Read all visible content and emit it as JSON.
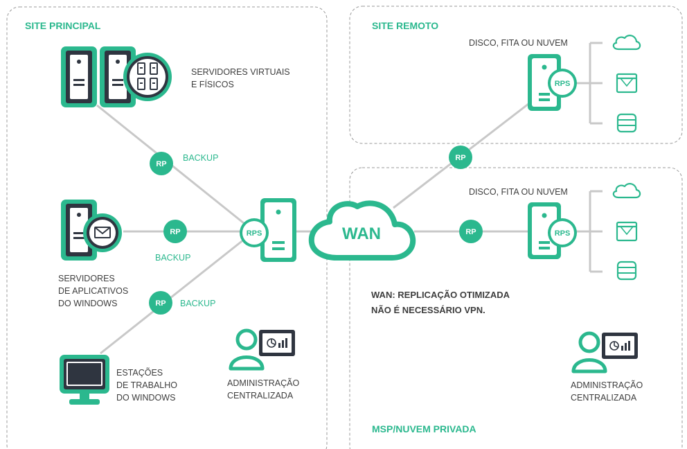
{
  "colors": {
    "accent": "#2bb88e",
    "dark": "#2f3540",
    "line": "#c8c8c8",
    "border": "#9a9a9a"
  },
  "regions": {
    "primary_title": "SITE PRINCIPAL",
    "remote_title": "SITE REMOTO",
    "msp_title": "MSP/NUVEM PRIVADA"
  },
  "primary": {
    "servers_label": [
      "SERVIDORES VIRTUAIS",
      "E FÍSICOS"
    ],
    "apps_label": [
      "SERVIDORES",
      "DE APLICATIVOS",
      "DO WINDOWS"
    ],
    "workstations_label": [
      "ESTAÇÕES",
      "DE TRABALHO",
      "DO WINDOWS"
    ],
    "admin_label": [
      "ADMINISTRAÇÃO",
      "CENTRALIZADA"
    ],
    "backup_label": "BACKUP",
    "rp_badge": "RP",
    "rps_label": "RPS"
  },
  "wan": {
    "label": "WAN"
  },
  "remote": {
    "storage_label": "DISCO, FITA OU NUVEM",
    "rp_badge": "RP",
    "rps_label": "RPS"
  },
  "msp": {
    "storage_label": "DISCO, FITA OU NUVEM",
    "rp_badge": "RP",
    "rps_label": "RPS",
    "wan_note": [
      "WAN: REPLICAÇÃO OTIMIZADA",
      "NÃO É NECESSÁRIO VPN."
    ],
    "admin_label": [
      "ADMINISTRAÇÃO",
      "CENTRALIZADA"
    ]
  }
}
